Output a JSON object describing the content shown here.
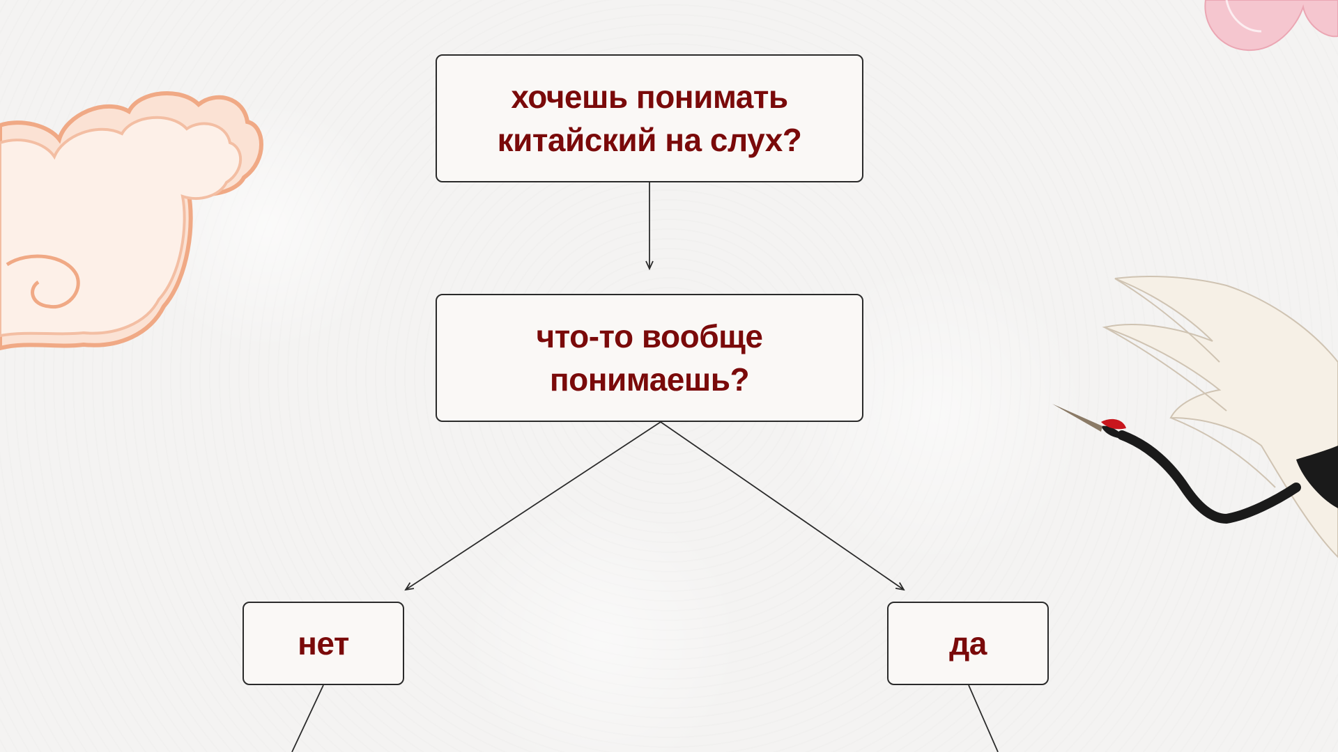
{
  "diagram": {
    "question_1": {
      "line_1": "хочешь понимать",
      "line_2": "китайский на слух?"
    },
    "question_2": {
      "line_1": "что-то вообще",
      "line_2": "понимаешь?"
    },
    "answer_no": "нет",
    "answer_yes": "да"
  },
  "colors": {
    "text": "#7a0a0a",
    "border": "#2a2a2a",
    "box_fill": "#faf8f6",
    "background": "#f4f3f2",
    "cloud": "#f2b79a",
    "blossom": "#f5c6cf",
    "crane_crest": "#c8161d"
  },
  "icons": [
    "cloud-icon",
    "crane-icon",
    "blossom-icon"
  ]
}
